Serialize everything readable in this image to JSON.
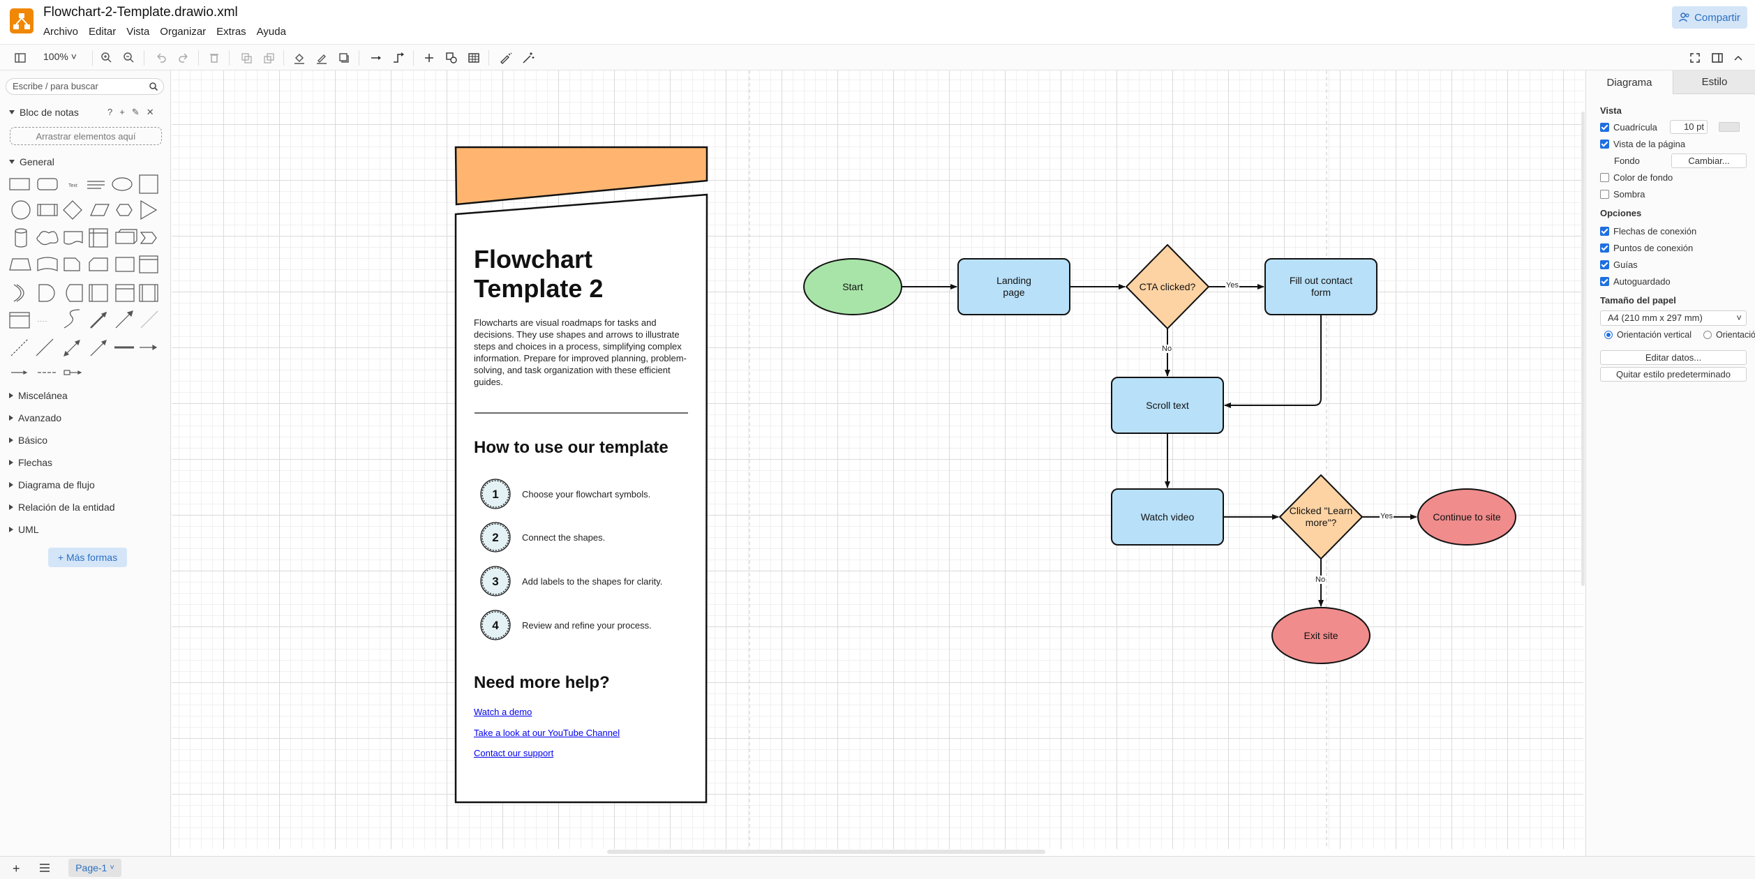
{
  "header": {
    "doc_title": "Flowchart-2-Template.drawio.xml",
    "share_label": "Compartir",
    "menus": [
      "Archivo",
      "Editar",
      "Vista",
      "Organizar",
      "Extras",
      "Ayuda"
    ]
  },
  "toolbar": {
    "zoom": "100%",
    "icons": [
      "sidebar-toggle-icon",
      "zoom-in-icon",
      "zoom-out-icon",
      "undo-icon",
      "redo-icon",
      "delete-icon",
      "to-front-icon",
      "to-back-icon",
      "fill-color-icon",
      "line-color-icon",
      "shadow-icon",
      "connection-icon",
      "waypoints-icon",
      "insert-icon",
      "shapes-icon",
      "table-icon",
      "freehand-icon",
      "magic-icon",
      "fullscreen-icon",
      "format-panel-icon",
      "collapse-icon"
    ]
  },
  "sidebar": {
    "search_placeholder": "Escribe / para buscar",
    "scratchpad_title": "Bloc de notas",
    "drop_zone_label": "Arrastrar elementos aquí",
    "general_title": "General",
    "sections": [
      "Miscelánea",
      "Avanzado",
      "Básico",
      "Flechas",
      "Diagrama de flujo",
      "Relación de la entidad",
      "UML"
    ],
    "more_shapes_label": "+ Más formas"
  },
  "card": {
    "title": "Flowchart Template 2",
    "description": "Flowcharts are visual roadmaps for tasks and decisions. They use shapes and arrows to illustrate steps and choices in a process, simplifying complex information. Prepare for improved planning, problem-solving, and task organization with these efficient guides.",
    "how_to_title": "How to use our template",
    "steps": [
      {
        "num": "1",
        "text": "Choose your flowchart symbols."
      },
      {
        "num": "2",
        "text": "Connect the shapes."
      },
      {
        "num": "3",
        "text": "Add labels to the shapes for clarity."
      },
      {
        "num": "4",
        "text": "Review and refine your process."
      }
    ],
    "help_title": "Need more help?",
    "links": [
      "Watch a demo",
      "Take a look at our YouTube Channel",
      "Contact our support"
    ]
  },
  "flow": {
    "start": "Start",
    "landing": "Landing page",
    "cta": "CTA clicked?",
    "fill_form": "Fill out contact form",
    "scroll": "Scroll text",
    "watch": "Watch video",
    "learn": "Clicked \"Learn more\"?",
    "continue": "Continue to site",
    "exit": "Exit site",
    "yes1": "Yes",
    "no1": "No",
    "yes2": "Yes",
    "no2": "No",
    "colors": {
      "start": "#a8e4a8",
      "process": "#b8e0f8",
      "decision": "#fdd3a3",
      "terminal": "#f08c8c",
      "banner": "#ffb570"
    }
  },
  "right_panel": {
    "tab_diagram": "Diagrama",
    "tab_style": "Estilo",
    "view_title": "Vista",
    "grid_label": "Cuadrícula",
    "grid_size": "10 pt",
    "page_view_label": "Vista de la página",
    "background_label": "Fondo",
    "change_label": "Cambiar...",
    "bg_color_label": "Color de fondo",
    "shadow_label": "Sombra",
    "options_title": "Opciones",
    "conn_arrows_label": "Flechas de conexión",
    "conn_points_label": "Puntos de conexión",
    "guides_label": "Guías",
    "autosave_label": "Autoguardado",
    "paper_size_title": "Tamaño del papel",
    "paper_size": "A4 (210 mm x 297 mm)",
    "portrait_label": "Orientación vertical",
    "landscape_label": "Orientación",
    "edit_data_label": "Editar datos...",
    "clear_style_label": "Quitar estilo predeterminado"
  },
  "footer": {
    "page_tab": "Page-1"
  }
}
